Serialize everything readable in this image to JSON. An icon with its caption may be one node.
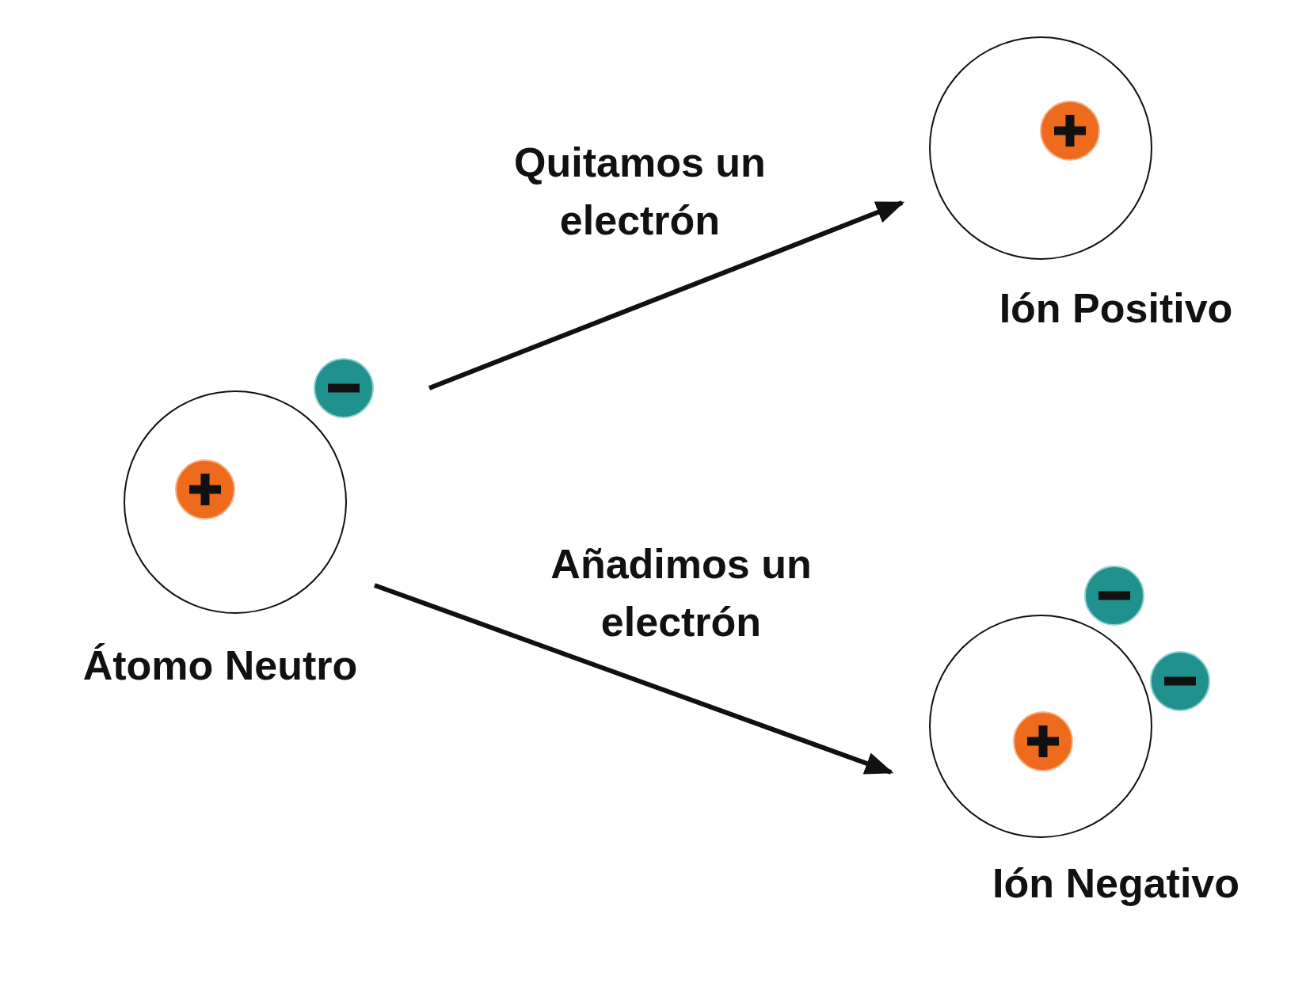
{
  "diagram": {
    "nodes": [
      {
        "text": [
          "Átomo Neutro"
        ]
      },
      {
        "text": [
          "Ión Positivo"
        ]
      },
      {
        "text": [
          "Ión Negativo"
        ]
      }
    ],
    "edges": [
      {
        "from": 0,
        "to": 1,
        "arrow": "to",
        "label": "Quitamos un electrón"
      },
      {
        "from": 0,
        "to": 2,
        "arrow": "to",
        "label": "Añadimos un electrón"
      }
    ]
  }
}
